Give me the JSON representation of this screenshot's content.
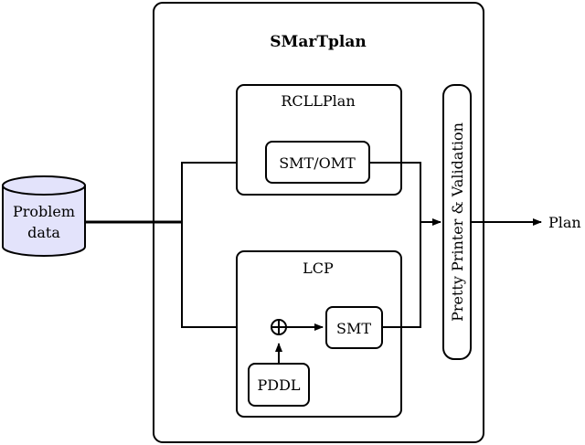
{
  "diagram": {
    "title": "SMarTplan",
    "input": {
      "label_line1": "Problem",
      "label_line2": "data",
      "fill": "#e3e3fb"
    },
    "rcll": {
      "title": "RCLLPlan",
      "inner": "SMT/OMT"
    },
    "lcp": {
      "title": "LCP",
      "smt": "SMT",
      "pddl": "PDDL",
      "combine_symbol": "⊕"
    },
    "validation": {
      "label": "Pretty Printer & Validation"
    },
    "output": {
      "label": "Plan"
    }
  }
}
